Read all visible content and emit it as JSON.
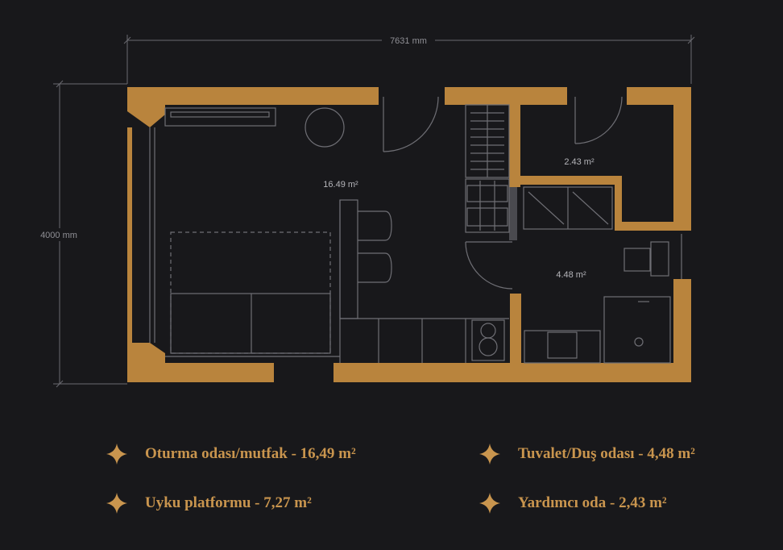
{
  "dimensions": {
    "width": "7631 mm",
    "height": "4000 mm"
  },
  "areas": {
    "living_kitchen": "16.49 m²",
    "utility": "2.43 m²",
    "bathroom": "4.48 m²"
  },
  "legend": [
    {
      "label": "Oturma odası/mutfak - 16,49  m²",
      "icon": "four-point-star-icon"
    },
    {
      "label": "Uyku platformu - 7,27  m²",
      "icon": "four-point-star-icon"
    },
    {
      "label": "Tuvalet/Duş odası - 4,48  m²",
      "icon": "four-point-star-icon"
    },
    {
      "label": "Yardımcı oda - 2,43 m²",
      "icon": "four-point-star-icon"
    }
  ],
  "colors": {
    "background": "#18181b",
    "wall": "#b9843d",
    "line": "#6f6f75",
    "accent_text": "#c9954e"
  }
}
